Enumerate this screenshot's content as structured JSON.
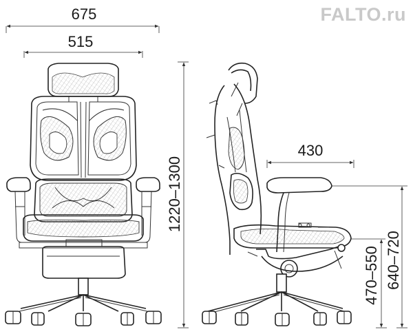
{
  "brand": {
    "text": "FALTO.ru"
  },
  "dimensions": {
    "overall_width": "675",
    "seat_width": "515",
    "overall_height": "1220–1300",
    "arm_depth": "430",
    "seat_height": "470–550",
    "arm_height": "640–720"
  },
  "colors": {
    "line": "#222222",
    "brand": "#c9c9c9",
    "background": "#ffffff"
  }
}
